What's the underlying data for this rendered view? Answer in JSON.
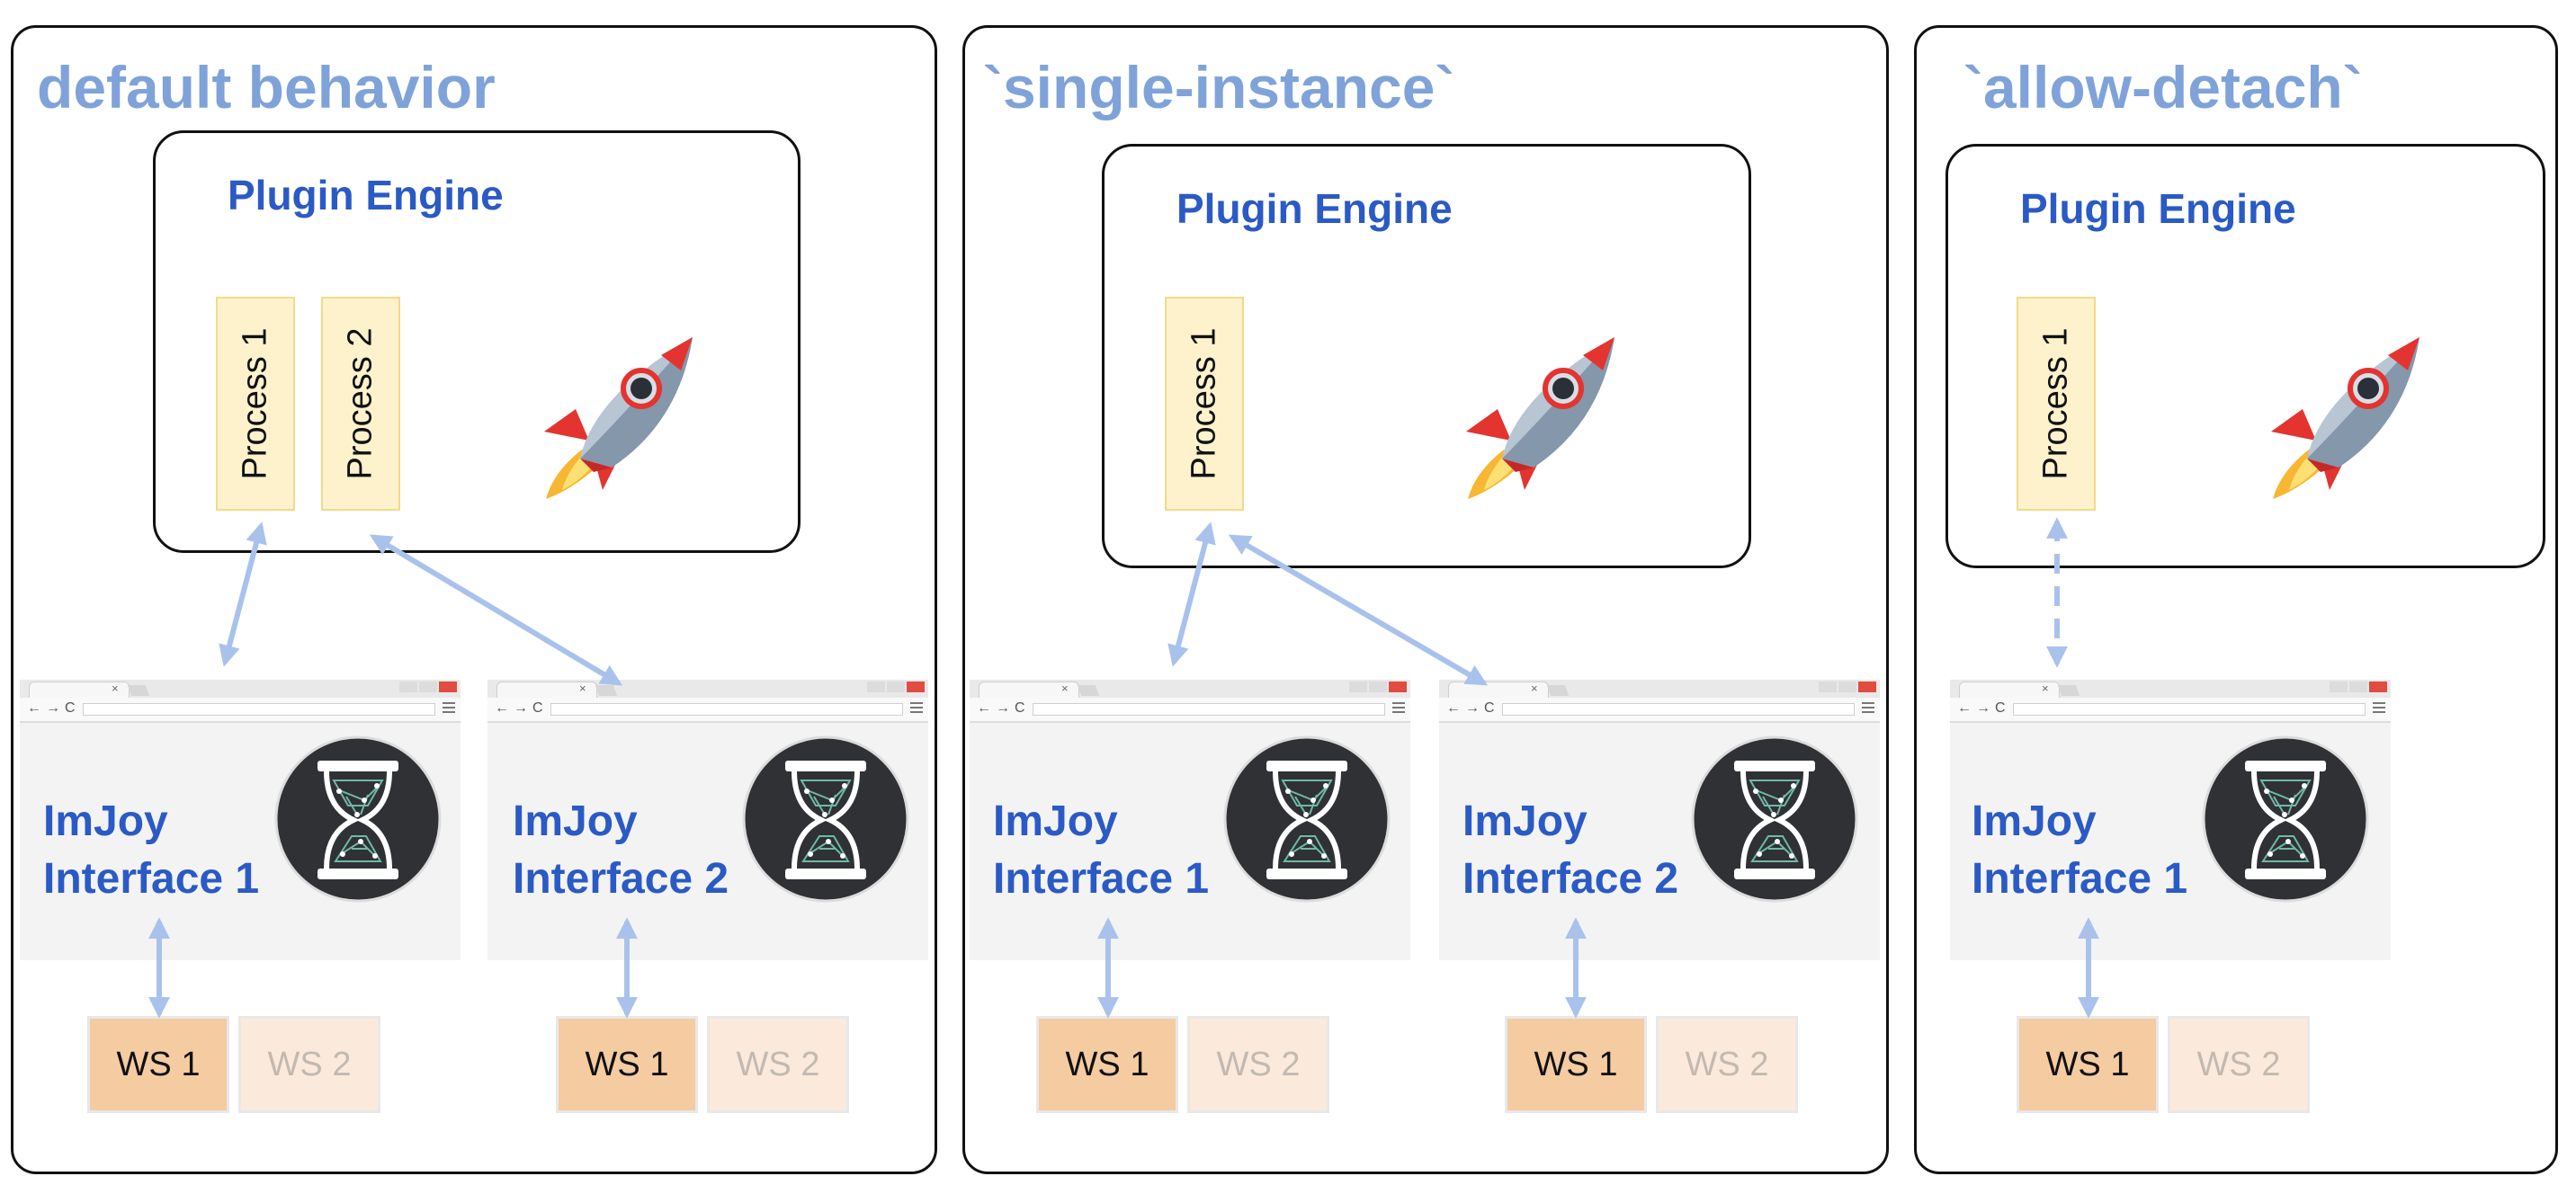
{
  "colors": {
    "panel_title": "#7fa3d9",
    "engine_title": "#2a5ac5",
    "interface_text": "#2a5ac5",
    "process_fill": "#fdf2cc",
    "ws_active": "#f5cba1",
    "ws_inactive": "#fbeadb",
    "arrow": "#a9c2ec"
  },
  "panels": [
    {
      "title": "default behavior",
      "engine_title": "Plugin Engine",
      "processes": [
        "Process 1",
        "Process 2"
      ],
      "interfaces": [
        {
          "line1": "ImJoy",
          "line2": "Interface 1",
          "ws": [
            "WS 1",
            "WS 2"
          ]
        },
        {
          "line1": "ImJoy",
          "line2": "Interface 2",
          "ws": [
            "WS 1",
            "WS 2"
          ]
        }
      ]
    },
    {
      "title": "`single-instance`",
      "engine_title": "Plugin Engine",
      "processes": [
        "Process 1"
      ],
      "interfaces": [
        {
          "line1": "ImJoy",
          "line2": "Interface 1",
          "ws": [
            "WS 1",
            "WS 2"
          ]
        },
        {
          "line1": "ImJoy",
          "line2": "Interface 2",
          "ws": [
            "WS 1",
            "WS 2"
          ]
        }
      ]
    },
    {
      "title": "`allow-detach`",
      "engine_title": "Plugin Engine",
      "processes": [
        "Process 1"
      ],
      "interfaces": [
        {
          "line1": "ImJoy",
          "line2": "Interface 1",
          "ws": [
            "WS 1",
            "WS 2"
          ]
        }
      ]
    }
  ],
  "icons": {
    "engine": "rocket-icon",
    "interface": "imjoy-hourglass-logo-icon"
  }
}
